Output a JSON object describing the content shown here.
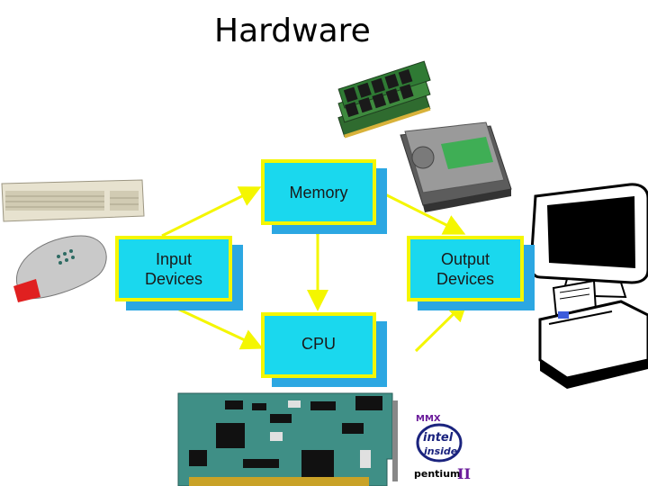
{
  "title": "Hardware",
  "nodes": {
    "memory": "Memory",
    "input": "Input\nDevices",
    "output": "Output\nDevices",
    "cpu": "CPU"
  },
  "logo": {
    "brand": "intel",
    "sub": "inside",
    "product": "pentium",
    "numeral": "II",
    "mmx": "MMX"
  },
  "colors": {
    "box_fill": "#1ad8ee",
    "box_border": "#f4f600",
    "box_shadow": "#2ca7e2",
    "arrow": "#f4f600"
  }
}
